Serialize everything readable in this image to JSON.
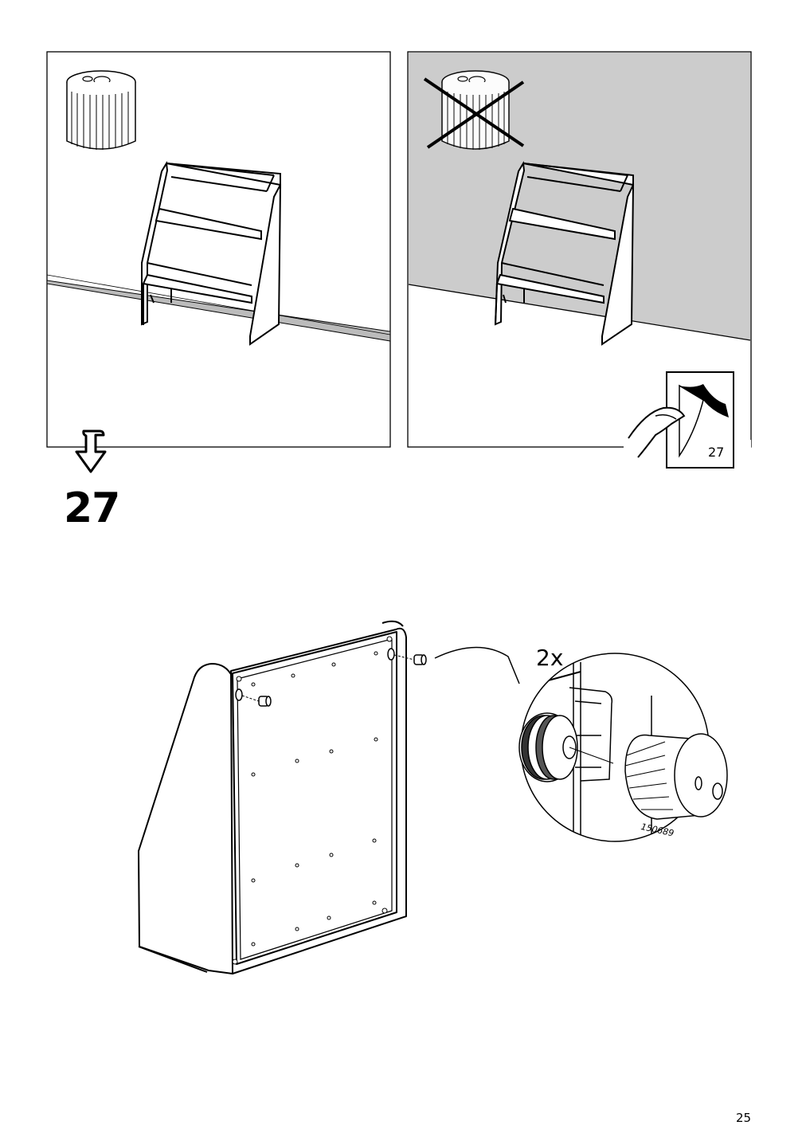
{
  "step": {
    "number": "27"
  },
  "callout": {
    "quantity": "2x",
    "part_number": "150689"
  },
  "reference": {
    "step": "27"
  },
  "page": {
    "number": "25"
  },
  "colors": {
    "line": "#000000",
    "wrong_panel_background": "#cccccc",
    "panel_background": "#ffffff"
  },
  "icons": [
    "foot-glide-icon",
    "no-glide-icon",
    "turn-page-icon",
    "next-step-arrow-icon"
  ]
}
